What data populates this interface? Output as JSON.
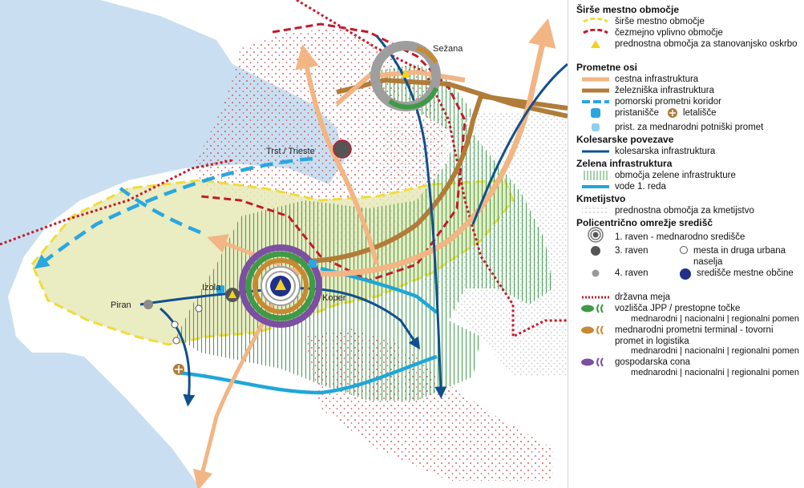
{
  "map": {
    "labels": {
      "sezana": "Sežana",
      "trst": "Trst / Trieste",
      "koper": "Koper",
      "izola": "Izola",
      "piran": "Piran"
    }
  },
  "legend": {
    "s1_title": "Širše mestno območje",
    "s1_items": [
      "širše mestno območje",
      "čezmejno vplivno območje",
      "prednostna območja za stanovanjsko oskrbo"
    ],
    "s2_title": "Prometne osi",
    "s2_items": [
      "cestna infrastruktura",
      "železniška infrastruktura",
      "pomorski prometni koridor"
    ],
    "port": "pristanišče",
    "airport": "letališče",
    "intl_port": "prist. za mednarodni potniški promet",
    "s3_title": "Kolesarske povezave",
    "s3_item": "kolesarska infrastruktura",
    "s4_title": "Zelena infrastruktura",
    "s4_items": [
      "območja zelene infrastrukture",
      "vode 1. reda"
    ],
    "s5_title": "Kmetijstvo",
    "s5_item": "prednostna območja za kmetijstvo",
    "s6_title": "Policentrično omrežje središč",
    "level1": "1. raven - mednarodno središče",
    "level3": "3. raven",
    "level4": "4. raven",
    "towns": "mesta in druga urbana naselja",
    "municipal": "središče mestne občine",
    "border": "državna meja",
    "jpp": "vozlišča JPP / prestopne točke",
    "terminal": "mednarodni prometni terminal - tovorni promet in logistika",
    "economic": "gospodarska cona",
    "tiers": "mednarodni | nacionalni | regionalni pomen"
  },
  "colors": {
    "sea": "#c9dff1",
    "road": "#f2b584",
    "rail": "#b07c38",
    "maritime": "#2aa7e0",
    "cycle": "#10508f",
    "green": "#3e9a47",
    "border": "#c41a2a",
    "urban": "#f3e45f",
    "purple": "#7b4fa1"
  }
}
